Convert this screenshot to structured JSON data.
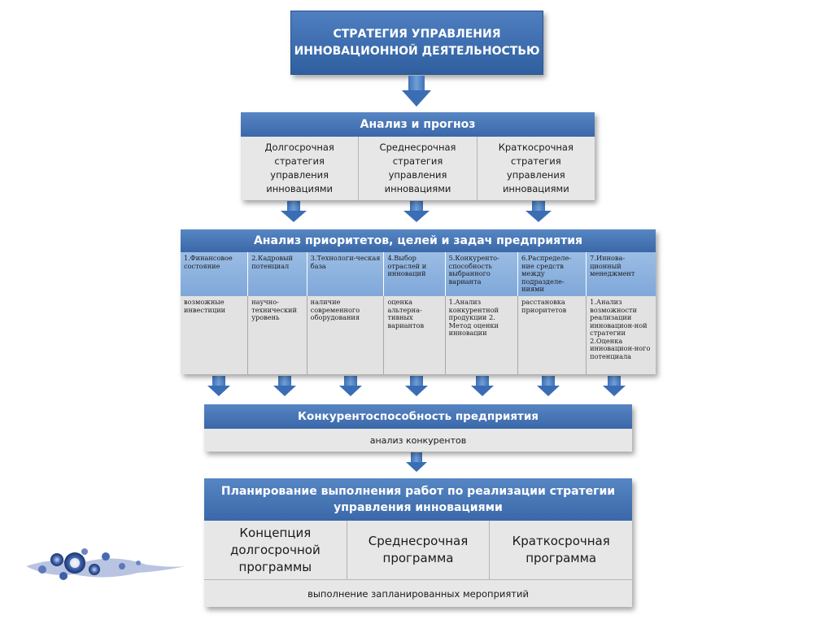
{
  "title": "СТРАТЕГИЯ УПРАВЛЕНИЯ ИННОВАЦИОННОЙ ДЕЯТЕЛЬНОСТЬЮ",
  "analysis": {
    "header": "Анализ и прогноз",
    "items": [
      "Долгосрочная стратегия управления инновациями",
      "Среднесрочная стратегия управления инновациями",
      "Краткосрочная стратегия управления инновациями"
    ]
  },
  "priorities": {
    "header": "Анализ приоритетов, целей и задач предприятия",
    "factors": [
      "1.Финансовое состояние",
      "2.Кадровый потенциал",
      "3.Технологи-ческая база",
      "4.Выбор отраслей и инноваций",
      "5.Конкуренто-способность выбранного варианта",
      "6.Распределе-ние средств между подразделе-ниями",
      "7.Иннова-ционный менеджмент"
    ],
    "details": [
      "возможные инвестиции",
      "научно-технический уровень",
      "наличие современного оборудования",
      "оценка альтерна-тивных вариантов",
      "1.Анализ конкурентной продукции 2. Метод оценки инновации",
      "расстановка приоритетов",
      "1.Анализ возможности реализации инновацион-ной стратегии 2.Оценка инновацион-ного потенциала"
    ]
  },
  "competitiveness": {
    "header": "Конкурентоспособность предприятия",
    "sub": "анализ конкурентов"
  },
  "planning": {
    "header": "Планирование выполнения работ по реализации стратегии управления инновациями",
    "items": [
      "Концепция долгосрочной программы",
      "Среднесрочная программа",
      "Краткосрочная программа"
    ],
    "sub": "выполнение запланированных мероприятий"
  },
  "colors": {
    "header_blue": "#3a68a8",
    "title_blue": "#2f5f9f",
    "light_blue": "#8fb3df",
    "gray_panel": "#e7e7e7",
    "arrow_blue": "#3a6db3"
  }
}
